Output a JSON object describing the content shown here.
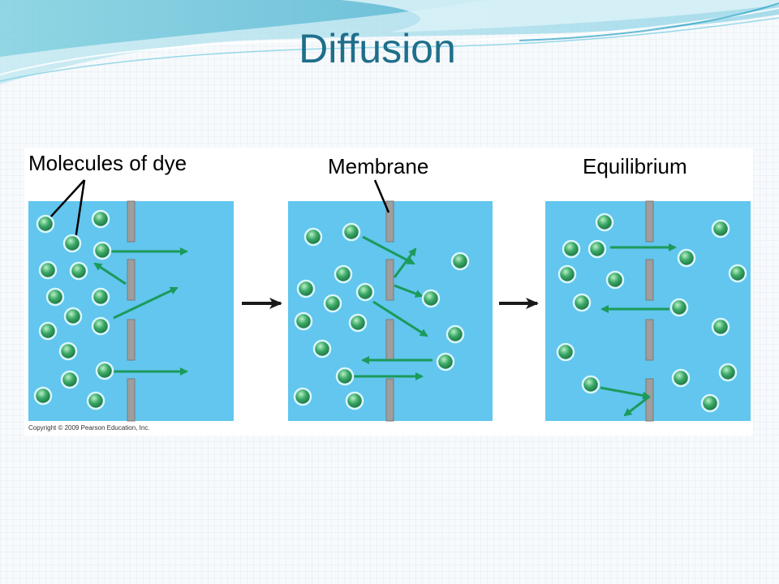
{
  "slide": {
    "title": "Diffusion"
  },
  "figure": {
    "labels": {
      "molecules": "Molecules of dye",
      "membrane": "Membrane",
      "equilibrium": "Equilibrium"
    },
    "copyright": "Copyright © 2009 Pearson Education, Inc.",
    "colors": {
      "water": "#62c6ee",
      "molecule": "#2f9b58",
      "arrow": "#1c9a5a",
      "membrane": "#9e9e9e",
      "title": "#1f6f8b"
    }
  }
}
